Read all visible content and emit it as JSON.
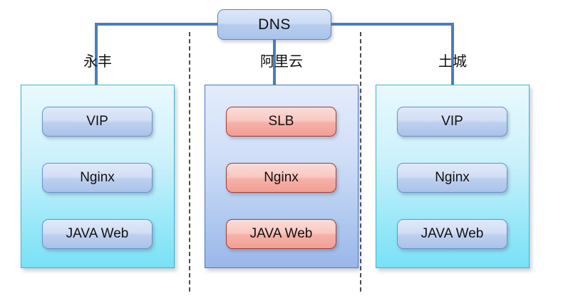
{
  "diagram": {
    "title_node": {
      "label": "DNS",
      "name": "dns-node"
    },
    "regions": [
      {
        "label": "永丰",
        "panel_color": "#79e1f6",
        "node_color": "#aac3e9",
        "nodes": [
          {
            "label": "VIP"
          },
          {
            "label": "Nginx"
          },
          {
            "label": "JAVA Web"
          }
        ]
      },
      {
        "label": "阿里云",
        "panel_color": "#9ab7e9",
        "node_color": "#f29f95",
        "nodes": [
          {
            "label": "SLB"
          },
          {
            "label": "Nginx"
          },
          {
            "label": "JAVA Web"
          }
        ]
      },
      {
        "label": "土城",
        "panel_color": "#79e1f6",
        "node_color": "#aac3e9",
        "nodes": [
          {
            "label": "VIP"
          },
          {
            "label": "Nginx"
          },
          {
            "label": "JAVA Web"
          }
        ]
      }
    ],
    "colors": {
      "connector": "#4a7ebb",
      "arrow": "#1f3f66",
      "separator": "#4d4d4d",
      "background": "#ffffff"
    }
  }
}
